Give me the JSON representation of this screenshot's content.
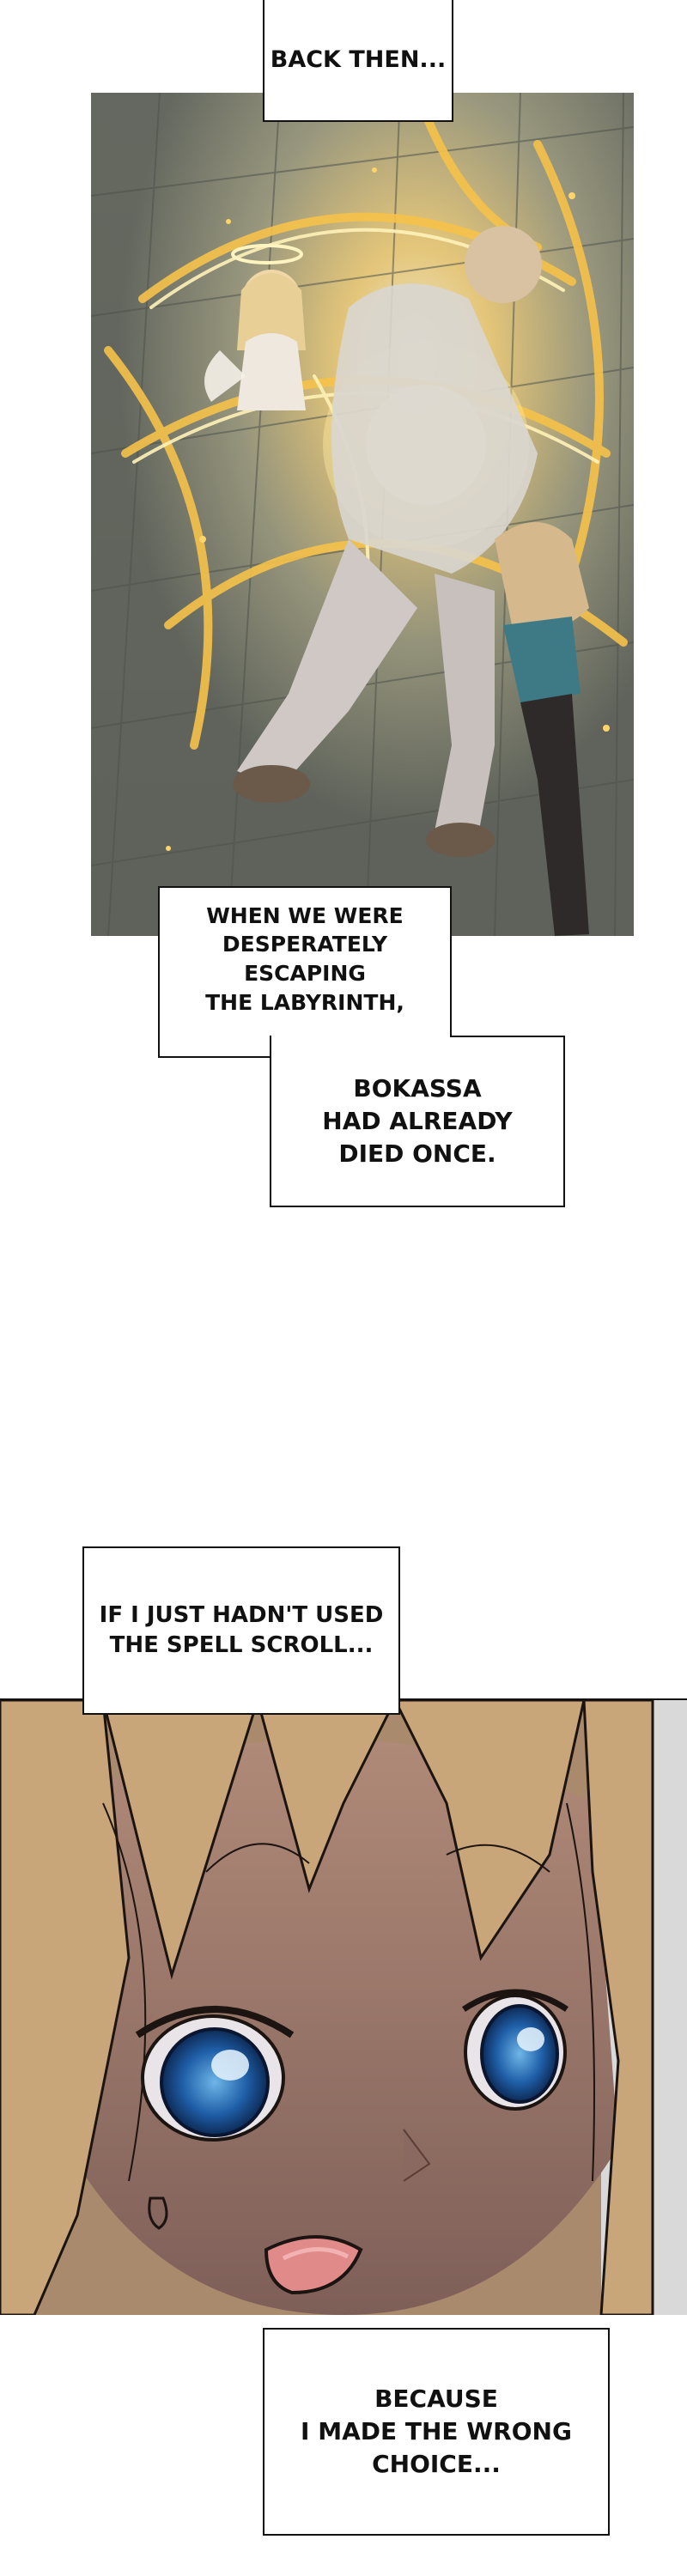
{
  "captions": {
    "back_then": "BACK THEN...",
    "escaping": "WHEN WE WERE\nDESPERATELY ESCAPING\nTHE LABYRINTH,",
    "bokassa": "BOKASSA\nHAD ALREADY\nDIED ONCE.",
    "spell_scroll": "IF I JUST HADN'T USED\nTHE SPELL SCROLL...",
    "wrong_choice": "BECAUSE\nI MADE THE WRONG\nCHOICE..."
  },
  "colors": {
    "background": "#ffffff",
    "caption_border": "#111111",
    "magic_glow": "#f6c24a",
    "stone_floor": "#7a7d72",
    "hair": "#c9a57a",
    "eye": "#1f5fa8"
  },
  "icons": {
    "panel_1": "magic-ritual-illustration",
    "panel_2": "girl-face-closeup-illustration"
  }
}
